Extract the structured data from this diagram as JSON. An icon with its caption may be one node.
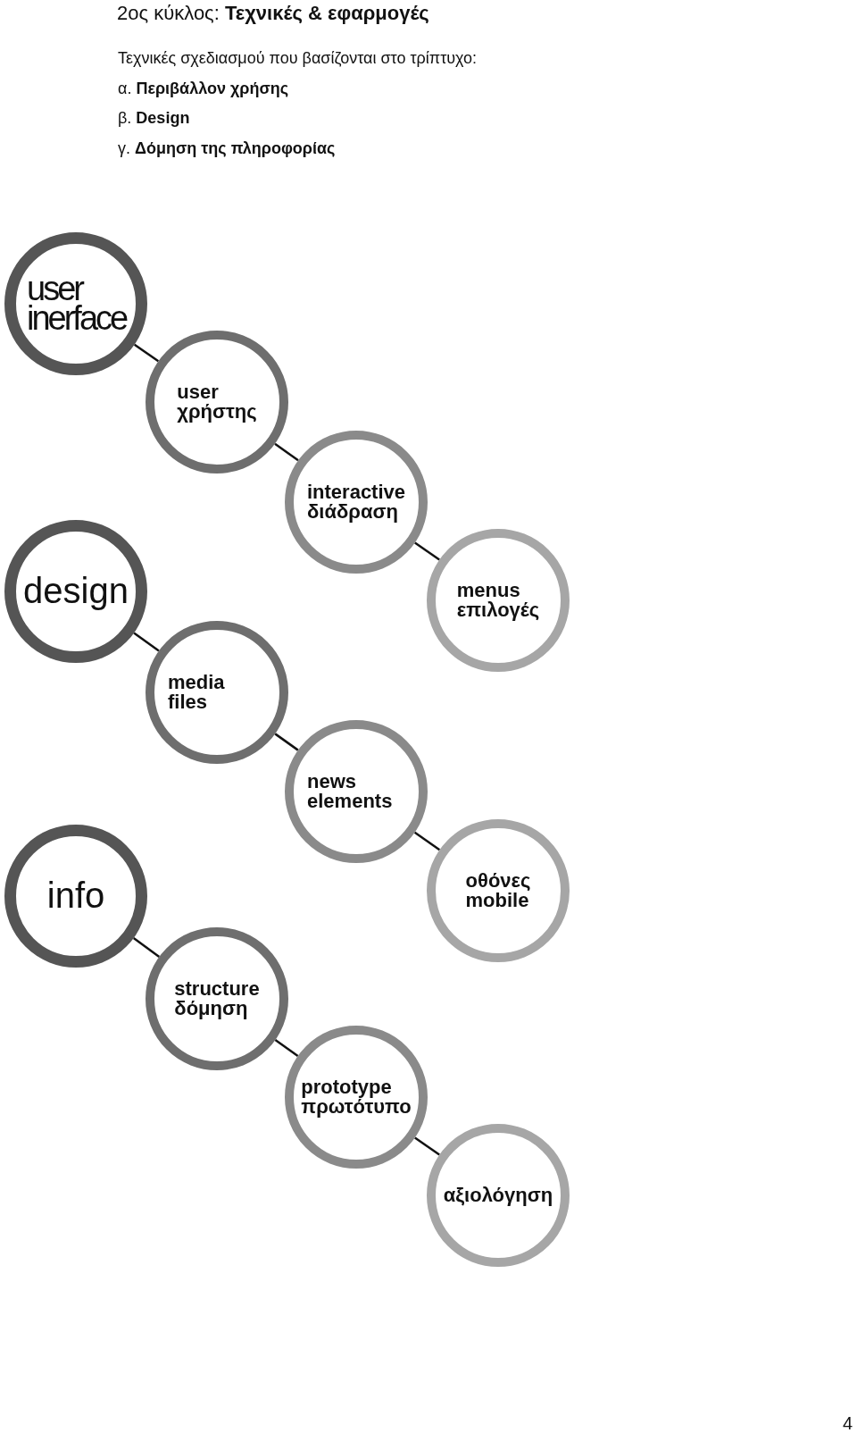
{
  "diagram": {
    "title": "2ος κύκλος: **Τεχνικές & εφαρμογές**",
    "nodes": [
      {
        "text": [
          "user inerface"
        ]
      },
      {
        "text": [
          "user",
          "χρήστης"
        ]
      },
      {
        "text": [
          "interactive",
          "διάδραση"
        ]
      },
      {
        "text": [
          "design"
        ]
      },
      {
        "text": [
          "menus",
          "επιλογές"
        ]
      },
      {
        "text": [
          "media files"
        ]
      },
      {
        "text": [
          "news elements"
        ]
      },
      {
        "text": [
          "info"
        ]
      },
      {
        "text": [
          "οθόνες",
          "mobile"
        ]
      },
      {
        "text": [
          "structure",
          "δόμηση"
        ]
      },
      {
        "text": [
          "prototype",
          "πρωτότυπο"
        ]
      },
      {
        "text": [
          "αξιολόγηση"
        ]
      }
    ],
    "edges": [
      {
        "from": 0,
        "to": 1,
        "arrow": "none"
      },
      {
        "from": 1,
        "to": 2,
        "arrow": "none"
      },
      {
        "from": 2,
        "to": 4,
        "arrow": "none"
      },
      {
        "from": 3,
        "to": 5,
        "arrow": "none"
      },
      {
        "from": 5,
        "to": 6,
        "arrow": "none"
      },
      {
        "from": 6,
        "to": 8,
        "arrow": "none"
      },
      {
        "from": 7,
        "to": 9,
        "arrow": "none"
      },
      {
        "from": 9,
        "to": 10,
        "arrow": "none"
      },
      {
        "from": 10,
        "to": 11,
        "arrow": "none"
      }
    ],
    "labels": [
      "Τεχνικές σχεδιασμού που βασίζονται στο τρίπτυχο:",
      "α. **Περιβάλλον χρήσης**",
      "β. **Design**",
      "γ. **Δόμηση της πληροφορίας**",
      "4"
    ]
  }
}
